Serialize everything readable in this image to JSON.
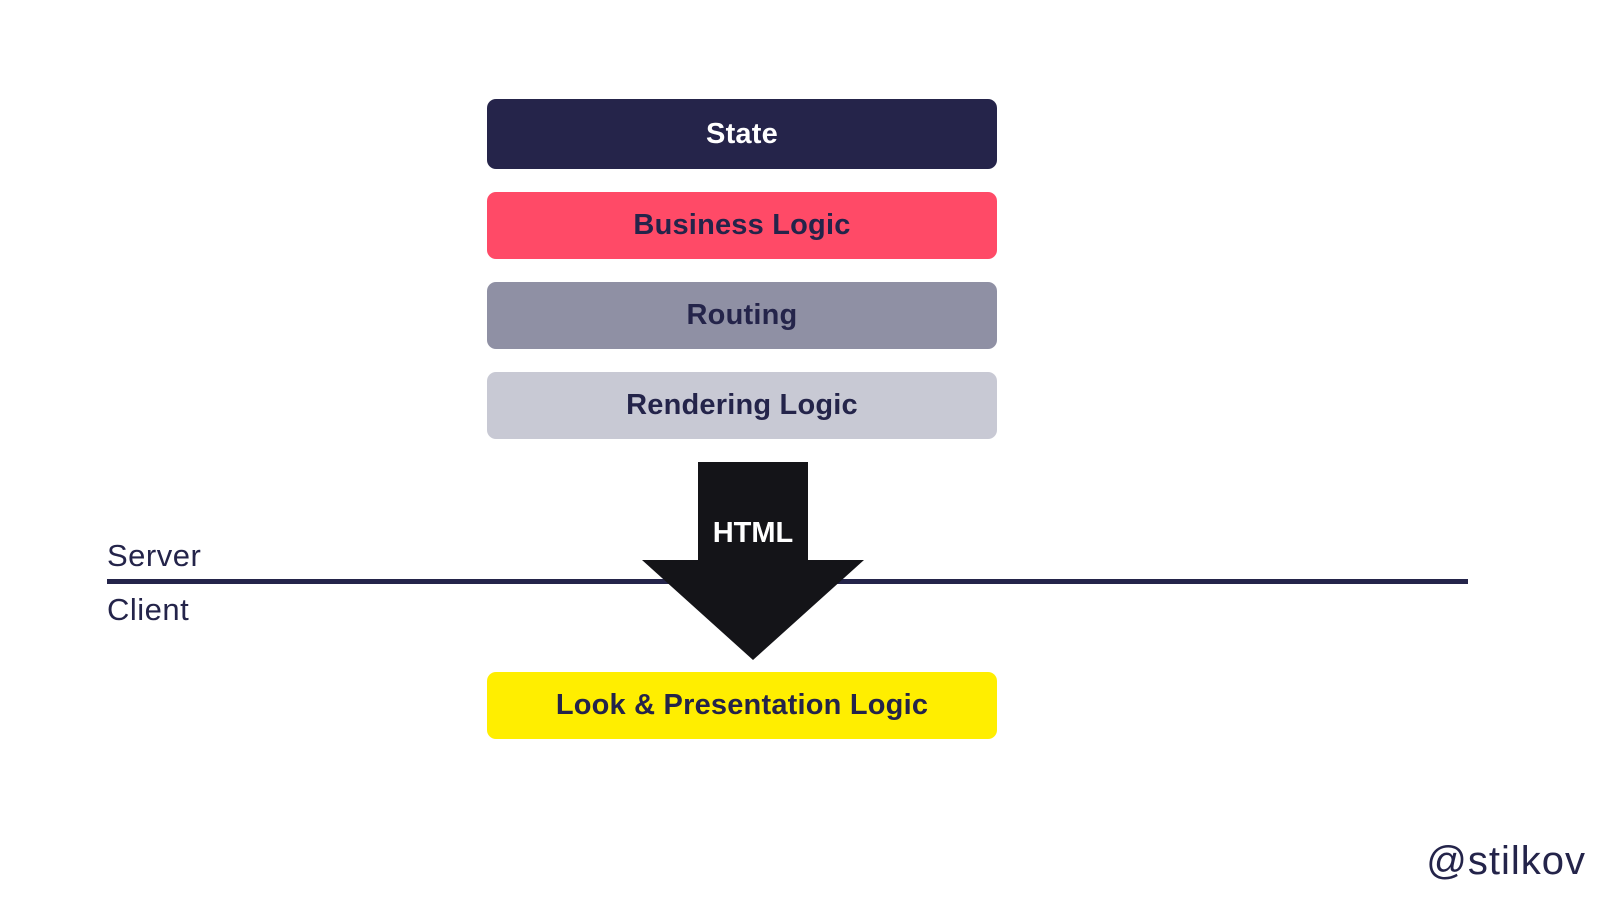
{
  "layers": {
    "state": {
      "label": "State",
      "color": "#25244a"
    },
    "business_logic": {
      "label": "Business Logic",
      "color": "#ff4a67"
    },
    "routing": {
      "label": "Routing",
      "color": "#8f90a4"
    },
    "rendering_logic": {
      "label": "Rendering Logic",
      "color": "#c8c9d4"
    },
    "presentation_logic": {
      "label": "Look & Presentation Logic",
      "color": "#ffee00"
    }
  },
  "boundary": {
    "upper_label": "Server",
    "lower_label": "Client",
    "line_color": "#24244a"
  },
  "arrow": {
    "label": "HTML",
    "icon": "down-arrow-icon",
    "color": "#141418"
  },
  "footer": {
    "handle": "@stilkov"
  }
}
